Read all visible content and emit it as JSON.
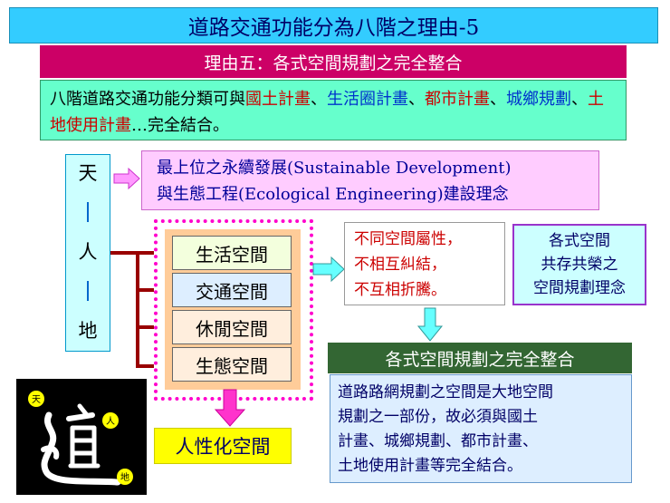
{
  "title": "道路交通功能分為八階之理由-5",
  "reason": "理由五：各式空間規劃之完全整合",
  "intro": {
    "t1": "八階道路交通功能分類可與",
    "t2": "國土計畫",
    "t3": "、",
    "t4": "生活圈計畫",
    "t5": "、",
    "t6": "都市計畫",
    "t7": "、",
    "t8": "城鄉規劃",
    "t9": "、",
    "t10": "土地使用計畫",
    "t11": "…完全結合。"
  },
  "tiandiren": [
    "天",
    "人",
    "地"
  ],
  "sustain": {
    "line1": "最上位之永續發展(Sustainable Development)",
    "line2": "與生態工程(Ecological Engineering)建設理念"
  },
  "spaces": [
    "生活空間",
    "交通空間",
    "休閒空間",
    "生態空間"
  ],
  "properties": [
    "不同空間屬性，",
    "不相互糾結，",
    "不互相折騰。"
  ],
  "coexist": [
    "各式空間",
    "共存共榮之",
    "空間規劃理念"
  ],
  "integration": {
    "heading": "各式空間規劃之完全整合",
    "lines": [
      "道路路網規劃之空間是大地空間",
      "規劃之一部份，故必須與國土",
      "計畫、城鄉規劃、都市計畫、",
      "土地使用計畫等完全結合。"
    ]
  },
  "human_space": "人性化空間",
  "logo": {
    "labels": [
      "天",
      "人",
      "地"
    ]
  },
  "colors": {
    "title_bg": "#33ccff",
    "reason_bg": "#cc0066",
    "intro_bg": "#66ffcc",
    "accent_red": "#cc0000",
    "accent_blue": "#0033cc",
    "connector": "#990000",
    "arrow_cyan": "#66ffff",
    "arrow_magenta": "#ff33cc"
  }
}
